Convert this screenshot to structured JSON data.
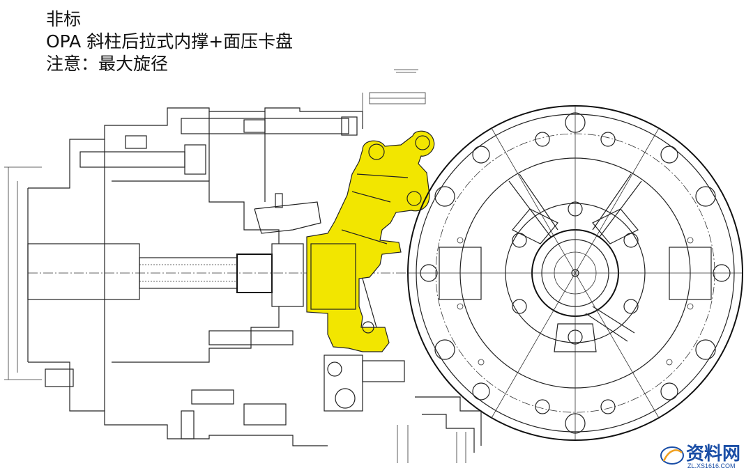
{
  "caption": {
    "line1": "非标",
    "line2": "OPA 斜柱后拉式内撑+面压卡盘",
    "line3": "注意：最大旋径"
  },
  "watermark": {
    "name": "资料网",
    "url": "ZL.XS1616.COM"
  },
  "colors": {
    "highlight": "#f2e600",
    "line": "#222222",
    "watermark": "#1a4ea6"
  }
}
